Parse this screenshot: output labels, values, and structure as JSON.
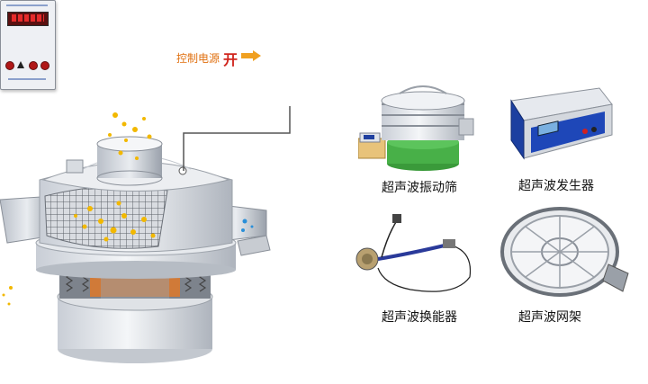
{
  "control": {
    "label": "控制电源",
    "state": "开"
  },
  "products": [
    {
      "caption": "超声波振动筛",
      "icon": "vibrating-sieve-icon"
    },
    {
      "caption": "超声波发生器",
      "icon": "generator-icon"
    },
    {
      "caption": "超声波换能器",
      "icon": "transducer-icon"
    },
    {
      "caption": "超声波网架",
      "icon": "mesh-frame-icon"
    }
  ],
  "colors": {
    "control_label": "#e07010",
    "control_state": "#d0261e",
    "particles": "#f2b800",
    "display": "#5a1010"
  }
}
